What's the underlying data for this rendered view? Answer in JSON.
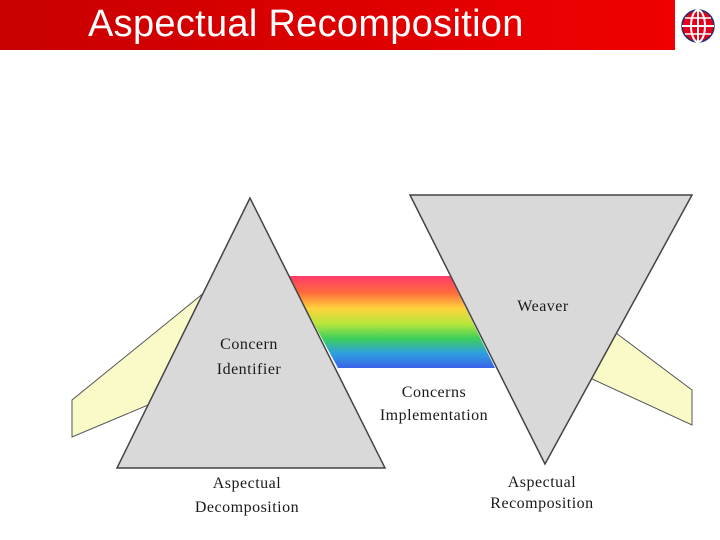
{
  "slide": {
    "title": "Aspectual Recomposition"
  },
  "diagram": {
    "prism_left": {
      "label_line1": "Concern",
      "label_line2": "Identifier"
    },
    "prism_right": {
      "label": "Weaver"
    },
    "spectrum": {
      "label_line1": "Concerns",
      "label_line2": "Implementation",
      "colors": [
        "#ff3b6b",
        "#ff7a3c",
        "#ffd23c",
        "#b8e63c",
        "#3ccf5a",
        "#2f9fe0",
        "#3a63e8"
      ]
    },
    "bottom_left": {
      "line1": "Aspectual",
      "line2": "Decomposition"
    },
    "bottom_right": {
      "line1": "Aspectual",
      "line2": "Recomposition"
    },
    "colors": {
      "title_bar": "#d40000",
      "prism_fill": "#d9d9d9",
      "beam_fill": "#fafac8"
    }
  }
}
